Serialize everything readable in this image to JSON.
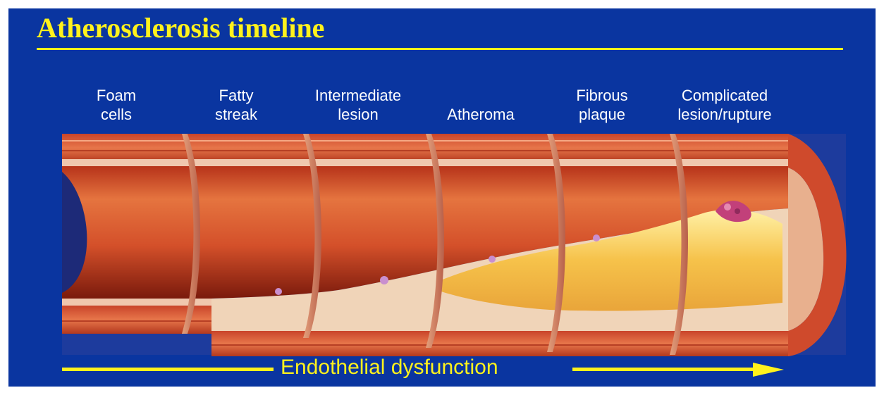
{
  "title": "Atherosclerosis timeline",
  "stages": [
    {
      "label": "Foam\ncells"
    },
    {
      "label": "Fatty\nstreak"
    },
    {
      "label": "Intermediate\nlesion"
    },
    {
      "label": "Atheroma"
    },
    {
      "label": "Fibrous\nplaque"
    },
    {
      "label": "Complicated\nlesion/rupture"
    }
  ],
  "footer": {
    "label": "Endothelial dysfunction"
  },
  "colors": {
    "background": "#0a35a0",
    "accent": "#fff21c",
    "vessel_wall": "#d8502a",
    "lumen": "#e2683c",
    "plaque": "#f4c24c"
  }
}
